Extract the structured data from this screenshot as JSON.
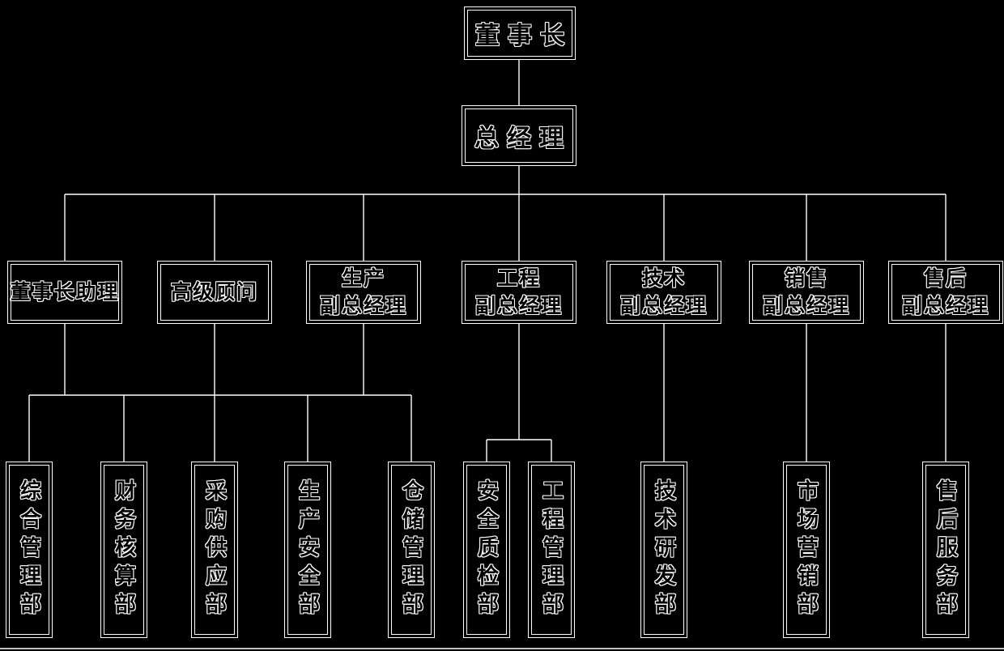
{
  "org_chart": {
    "chairman": "董事长",
    "general_manager": "总经理",
    "executives": [
      {
        "label": "董事长助理",
        "lines": [
          "董事长助理"
        ]
      },
      {
        "label": "高级顾问",
        "lines": [
          "高级顾问"
        ]
      },
      {
        "label": "生产副总经理",
        "lines": [
          "生产",
          "副总经理"
        ]
      },
      {
        "label": "工程副总经理",
        "lines": [
          "工程",
          "副总经理"
        ]
      },
      {
        "label": "技术副总经理",
        "lines": [
          "技术",
          "副总经理"
        ]
      },
      {
        "label": "销售副总经理",
        "lines": [
          "销售",
          "副总经理"
        ]
      },
      {
        "label": "售后副总经理",
        "lines": [
          "售后",
          "副总经理"
        ]
      }
    ],
    "departments": [
      "综合管理部",
      "财务核算部",
      "采购供应部",
      "生产安全部",
      "仓储管理部",
      "安全质检部",
      "工程管理部",
      "技术研发部",
      "市场营销部",
      "售后服务部"
    ],
    "edges": [
      {
        "from": "董事长",
        "to": "总经理"
      },
      {
        "from": "总经理",
        "to": "董事长助理"
      },
      {
        "from": "总经理",
        "to": "高级顾问"
      },
      {
        "from": "总经理",
        "to": "生产副总经理"
      },
      {
        "from": "总经理",
        "to": "工程副总经理"
      },
      {
        "from": "总经理",
        "to": "技术副总经理"
      },
      {
        "from": "总经理",
        "to": "销售副总经理"
      },
      {
        "from": "董事长助理",
        "to": "综合管理部"
      },
      {
        "from": "董事长助理",
        "to": "财务核算部"
      },
      {
        "from": "高级顾问",
        "to": "采购供应部"
      },
      {
        "from": "生产副总经理",
        "to": "生产安全部"
      },
      {
        "from": "生产副总经理",
        "to": "仓储管理部"
      },
      {
        "from": "工程副总经理",
        "to": "安全质检部"
      },
      {
        "from": "工程副总经理",
        "to": "工程管理部"
      },
      {
        "from": "技术副总经理",
        "to": "技术研发部"
      },
      {
        "from": "销售副总经理",
        "to": "市场营销部"
      },
      {
        "from": "售后副总经理",
        "to": "售后服务部"
      }
    ],
    "colors": {
      "background": "#000000",
      "line": "#ffffff",
      "box_border": "#ffffff",
      "text_outline": "#ffffff",
      "text_fill": "#000000"
    }
  }
}
